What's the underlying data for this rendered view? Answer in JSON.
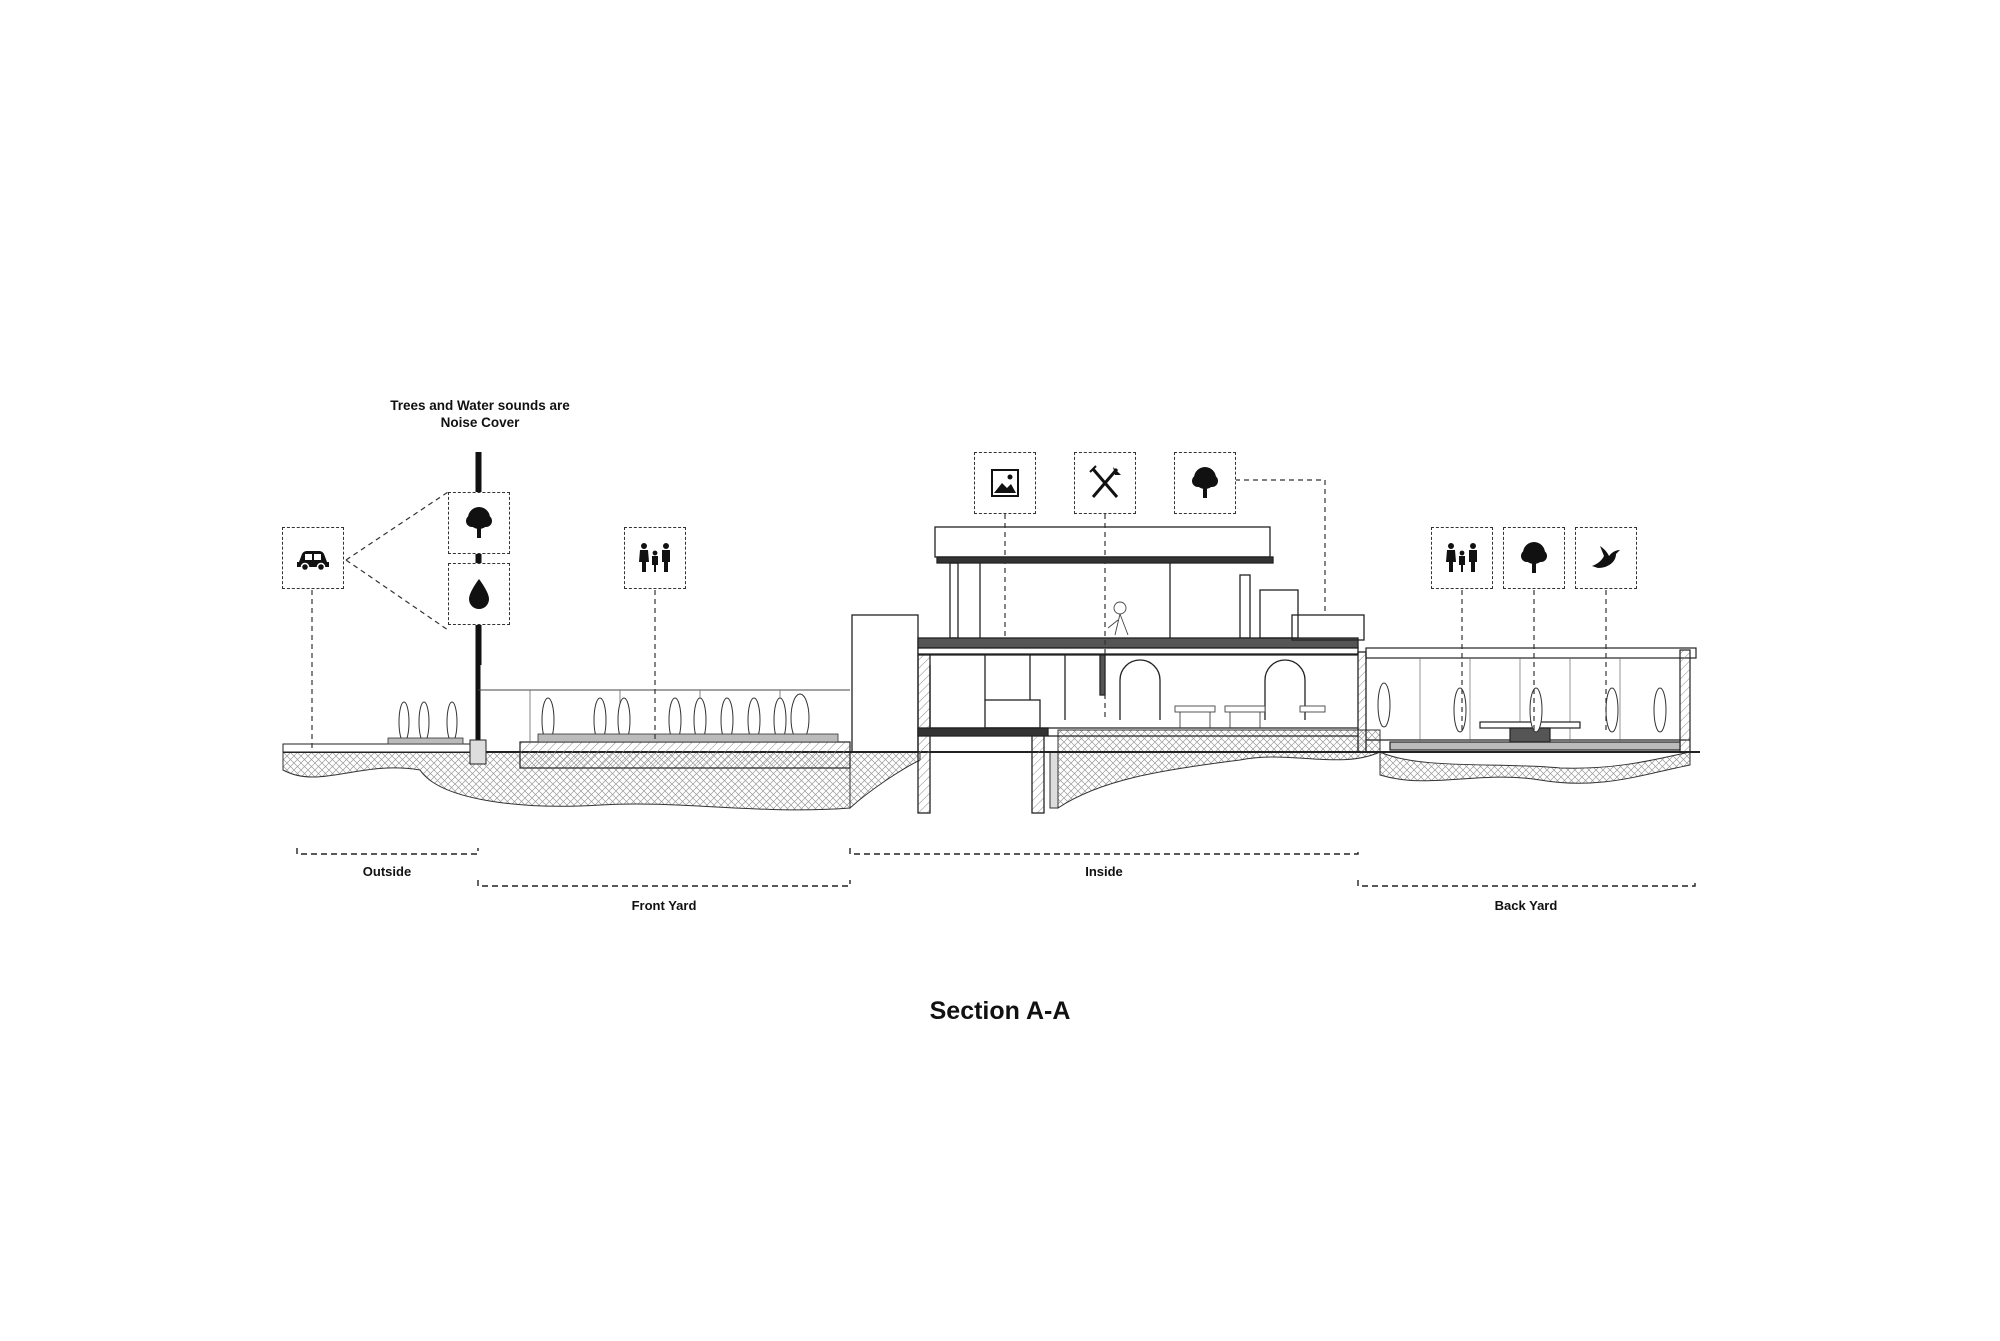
{
  "annotation": {
    "noise_cover_line1": "Trees and Water sounds are",
    "noise_cover_line2": "Noise Cover"
  },
  "zones": {
    "outside": "Outside",
    "front_yard": "Front Yard",
    "inside": "Inside",
    "back_yard": "Back Yard"
  },
  "title": "Section A-A",
  "icons": {
    "car": "car-icon",
    "tree": "tree-icon",
    "water": "water-drop-icon",
    "family": "family-icon",
    "picture": "picture-icon",
    "dining": "fork-knife-icon",
    "bird": "bird-icon"
  },
  "colors": {
    "line": "#222222",
    "hatch": "#8a8a8a",
    "background": "#ffffff"
  }
}
